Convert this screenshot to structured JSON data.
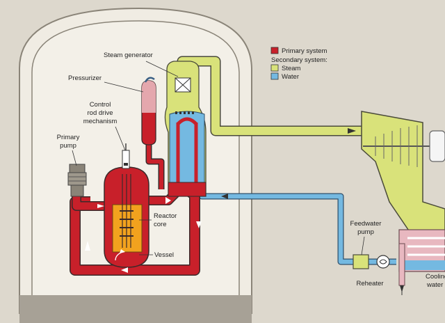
{
  "labels": {
    "steam_generator": "Steam generator",
    "pressurizer": "Pressurizer",
    "control_rod_1": "Control",
    "control_rod_2": "rod drive",
    "control_rod_3": "mechanism",
    "primary_pump_1": "Primary",
    "primary_pump_2": "pump",
    "reactor_core_1": "Reactor",
    "reactor_core_2": "core",
    "vessel": "Vessel",
    "feedwater_pump_1": "Feedwater",
    "feedwater_pump_2": "pump",
    "reheater": "Reheater",
    "cooling_water_1": "Cooling",
    "cooling_water_2": "water"
  },
  "legend": {
    "primary": "Primary system",
    "secondary_header": "Secondary system:",
    "steam": "Steam",
    "water": "Water"
  },
  "colors": {
    "primary": "#c8202a",
    "steam": "#d9e27a",
    "water": "#74b9e1",
    "core": "#f2a21e",
    "background": "#ddd8cd",
    "containment": "#f0ece3"
  }
}
